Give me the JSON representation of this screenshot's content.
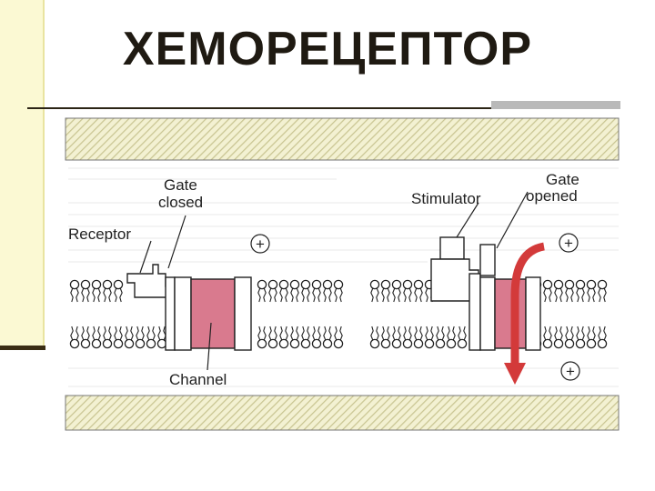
{
  "slide": {
    "title": "ХЕМОРЕЦЕПТОР"
  },
  "figure": {
    "labels": {
      "gate_closed_line1": "Gate",
      "gate_closed_line2": "closed",
      "receptor": "Receptor",
      "channel": "Channel",
      "stimulator": "Stimulator",
      "gate_opened_line1": "Gate",
      "gate_opened_line2": "opened",
      "plus": "+"
    },
    "colors": {
      "channel_fill": "#d97a8e",
      "arrow": "#d33a3a",
      "hatch": "#d9d6a6",
      "lipid": "#222222"
    }
  }
}
